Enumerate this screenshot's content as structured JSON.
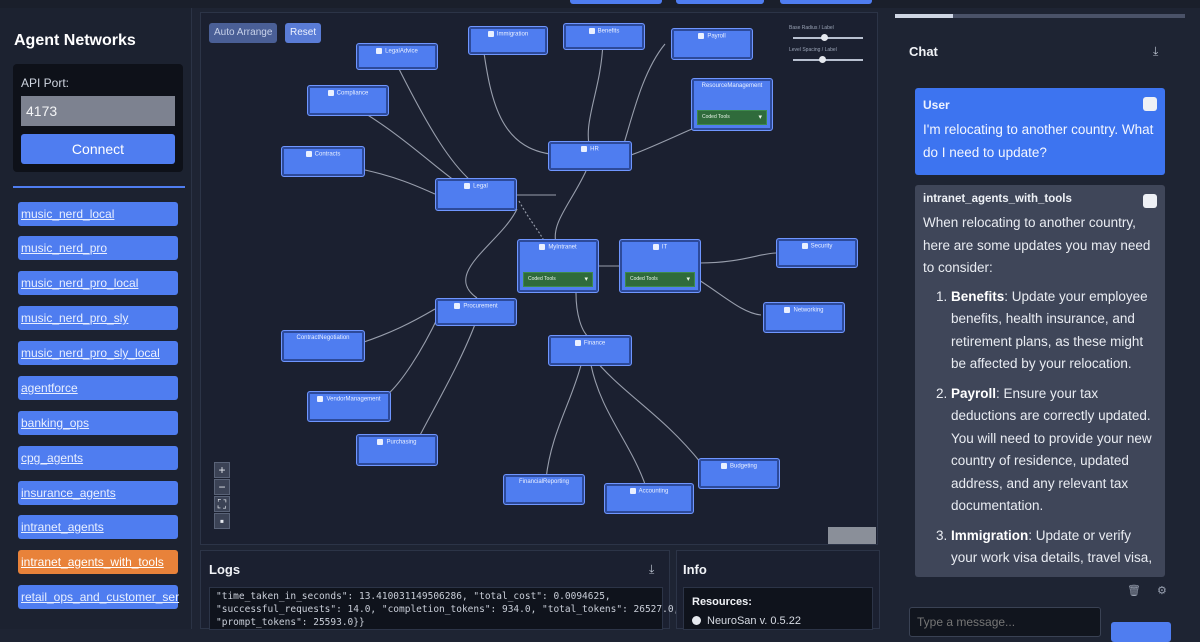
{
  "sidebar": {
    "title": "Agent Networks",
    "port_label": "API Port:",
    "port_value": "4173",
    "connect_label": "Connect",
    "networks": [
      {
        "label": "music_nerd_local",
        "active": false
      },
      {
        "label": "music_nerd_pro",
        "active": false
      },
      {
        "label": "music_nerd_pro_local",
        "active": false
      },
      {
        "label": "music_nerd_pro_sly",
        "active": false
      },
      {
        "label": "music_nerd_pro_sly_local",
        "active": false
      },
      {
        "label": "agentforce",
        "active": false
      },
      {
        "label": "banking_ops",
        "active": false
      },
      {
        "label": "cpg_agents",
        "active": false
      },
      {
        "label": "insurance_agents",
        "active": false
      },
      {
        "label": "intranet_agents",
        "active": false
      },
      {
        "label": "intranet_agents_with_tools",
        "active": true
      },
      {
        "label": "retail_ops_and_customer_ser",
        "active": false
      }
    ]
  },
  "graph": {
    "auto_arrange_label": "Auto Arrange",
    "reset_label": "Reset",
    "slider1_label": "Base Radius / Label",
    "slider2_label": "Level Spacing / Label",
    "zoom_in": "+",
    "zoom_out": "−",
    "dropdown_value": "Coded Tools",
    "nodes": {
      "legaladvice": "LegalAdvice",
      "immigration": "Immigration",
      "benefits": "Benefits",
      "payroll": "Payroll",
      "compliance": "Compliance",
      "resource": "ResourceManagement",
      "contracts": "Contracts",
      "hr": "HR",
      "legal": "Legal",
      "myintranet": "MyIntranet",
      "it": "IT",
      "security": "Security",
      "procurement": "Procurement",
      "networking": "Networking",
      "contract_neg": "ContractNegotiation",
      "finance": "Finance",
      "vendor": "VendorManagement",
      "purchasing": "Purchasing",
      "budgeting": "Budgeting",
      "fin_reporting": "FinancialReporting",
      "accounting": "Accounting"
    }
  },
  "logs": {
    "title": "Logs",
    "lines": [
      "\"time_taken_in_seconds\": 13.410031149506286, \"total_cost\": 0.0094625,",
      "\"successful_requests\": 14.0, \"completion_tokens\": 934.0, \"total_tokens\": 26527.0,",
      "\"prompt_tokens\": 25593.0}}"
    ]
  },
  "info": {
    "title": "Info",
    "resources_label": "Resources:",
    "version": "NeuroSan v. 0.5.22"
  },
  "chat": {
    "title": "Chat",
    "user_label": "User",
    "user_text": "I'm relocating to another country. What do I need to update?",
    "agent_label": "intranet_agents_with_tools",
    "agent_intro": "When relocating to another country, here are some updates you may need to consider:",
    "items": [
      {
        "bold": "Benefits",
        "text": ": Update your employee benefits, health insurance, and retirement plans, as these might be affected by your relocation."
      },
      {
        "bold": "Payroll",
        "text": ": Ensure your tax deductions are correctly updated. You will need to provide your new country of residence, updated address, and any relevant tax documentation."
      },
      {
        "bold": "Immigration",
        "text": ": Update or verify your work visa details, travel visa,"
      }
    ],
    "input_placeholder": "Type a message..."
  }
}
